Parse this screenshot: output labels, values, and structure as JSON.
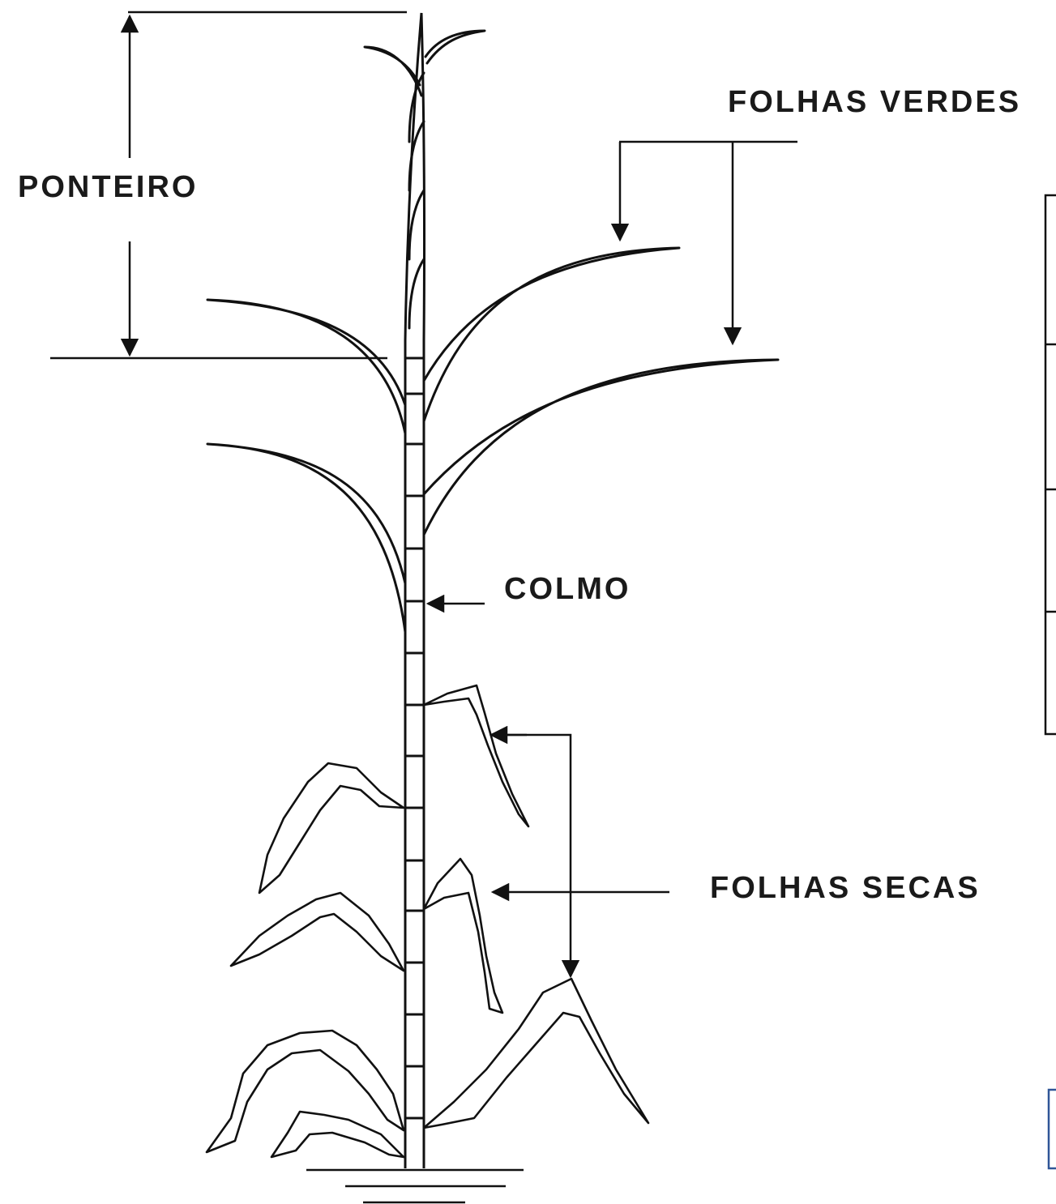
{
  "labels": {
    "ponteiro": "PONTEIRO",
    "folhas_verdes": "FOLHAS VERDES",
    "colmo": "COLMO",
    "folhas_secas": "FOLHAS SECAS"
  }
}
